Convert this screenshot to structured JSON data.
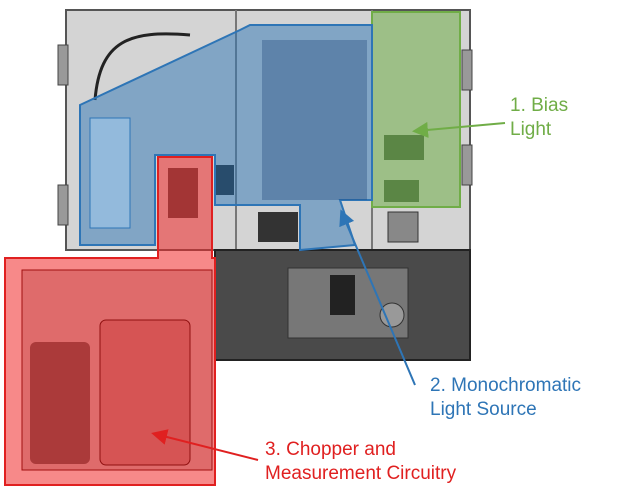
{
  "labels": {
    "bias_light": [
      "1. Bias",
      "Light"
    ],
    "mono_source": [
      "2. Monochromatic",
      "Light Source"
    ],
    "chopper": [
      "3. Chopper and",
      "Measurement Circuitry"
    ]
  },
  "colors": {
    "green": "#70ad47",
    "blue": "#2e75b6",
    "red": "#e02020"
  }
}
